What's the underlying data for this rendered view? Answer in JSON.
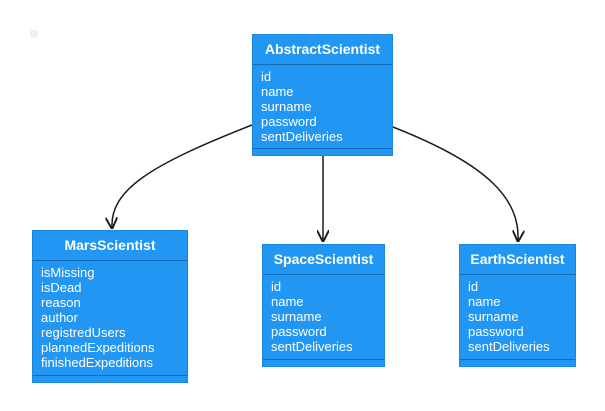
{
  "colors": {
    "class_fill": "#2196f3",
    "class_text": "#ffffff",
    "edge": "#1a1a1a"
  },
  "classes": [
    {
      "name": "AbstractScientist",
      "attributes": [
        "id",
        "name",
        "surname",
        "password",
        "sentDeliveries"
      ]
    },
    {
      "name": "MarsScientist",
      "attributes": [
        "isMissing",
        "isDead",
        "reason",
        "author",
        "registredUsers",
        "plannedExpeditions",
        "finishedExpeditions"
      ]
    },
    {
      "name": "SpaceScientist",
      "attributes": [
        "id",
        "name",
        "surname",
        "password",
        "sentDeliveries"
      ]
    },
    {
      "name": "EarthScientist",
      "attributes": [
        "id",
        "name",
        "surname",
        "password",
        "sentDeliveries"
      ]
    }
  ],
  "edges": [
    {
      "from": "AbstractScientist",
      "to": "MarsScientist"
    },
    {
      "from": "AbstractScientist",
      "to": "SpaceScientist"
    },
    {
      "from": "AbstractScientist",
      "to": "EarthScientist"
    }
  ]
}
